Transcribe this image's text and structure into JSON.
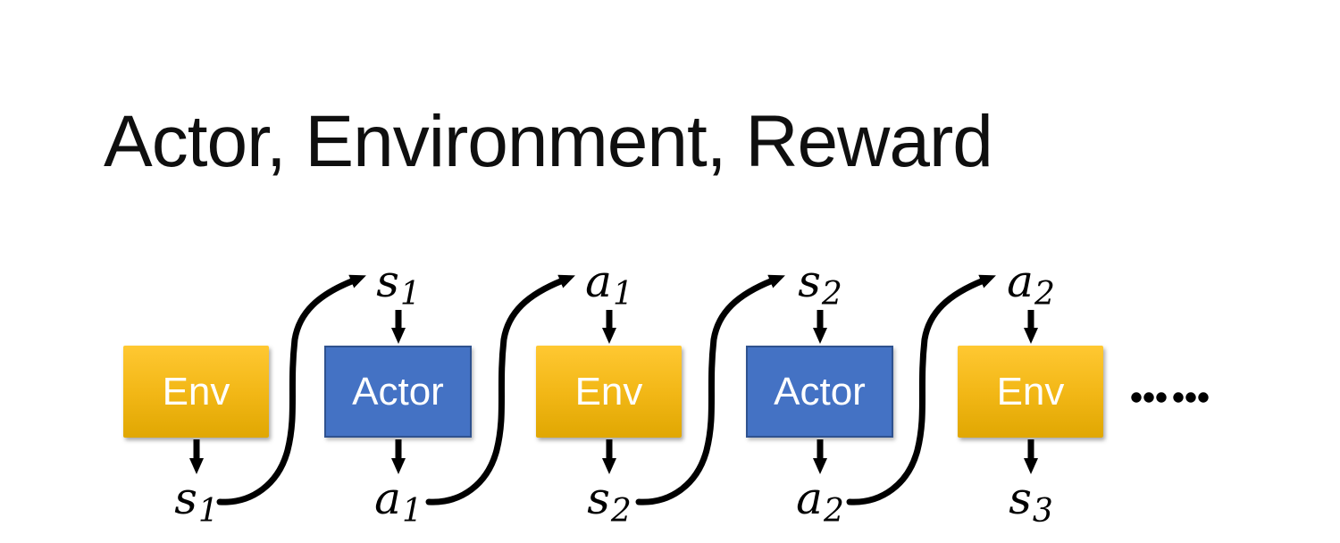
{
  "title": "Actor, Environment, Reward",
  "colors": {
    "env_gradient_top": "#FFC832",
    "env_gradient_bottom": "#E0A702",
    "actor_fill": "#4472C4",
    "actor_border": "#2F528F",
    "arrow": "#000000",
    "box_text": "#FFFFFF",
    "title_text": "#0F0F0F",
    "background": "#FFFFFF"
  },
  "diagram": {
    "boxes": [
      {
        "label": "Env",
        "type": "env"
      },
      {
        "label": "Actor",
        "type": "actor"
      },
      {
        "label": "Env",
        "type": "env"
      },
      {
        "label": "Actor",
        "type": "actor"
      },
      {
        "label": "Env",
        "type": "env"
      }
    ],
    "top_labels": [
      {
        "base": "s",
        "sub": "1"
      },
      {
        "base": "a",
        "sub": "1"
      },
      {
        "base": "s",
        "sub": "2"
      },
      {
        "base": "a",
        "sub": "2"
      }
    ],
    "bottom_labels": [
      {
        "base": "s",
        "sub": "1"
      },
      {
        "base": "a",
        "sub": "1"
      },
      {
        "base": "s",
        "sub": "2"
      },
      {
        "base": "a",
        "sub": "2"
      },
      {
        "base": "s",
        "sub": "3"
      }
    ],
    "ellipsis": "……"
  }
}
